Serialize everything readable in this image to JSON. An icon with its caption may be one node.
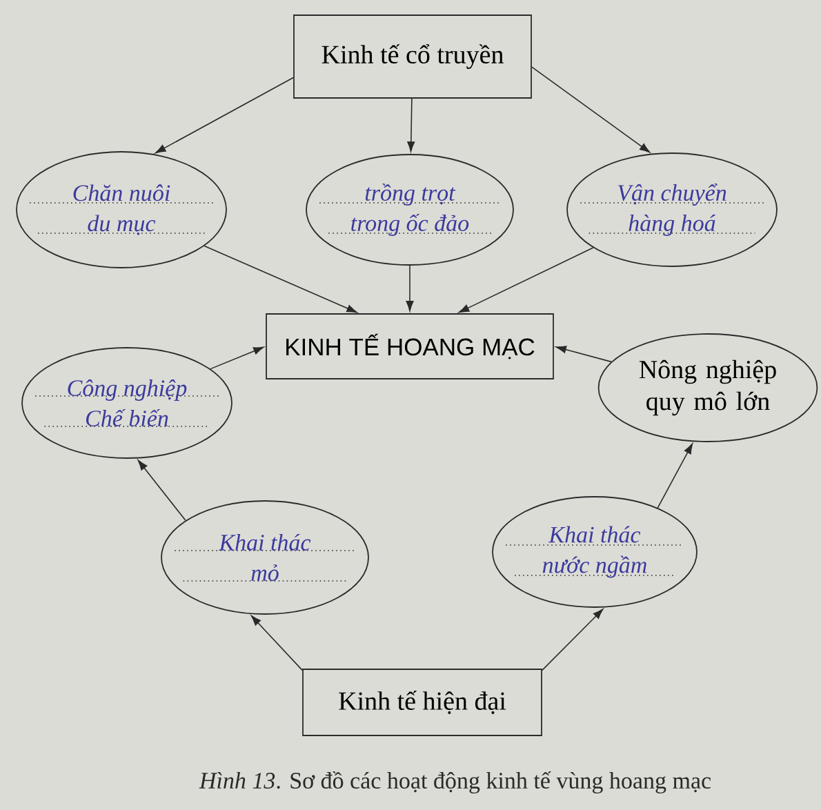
{
  "diagram": {
    "caption": "*Hình 13*. Sơ đồ các hoạt động kinh tế vùng hoang mạc",
    "nodes": [
      {
        "text": [
          "Kinh tế cổ truyền"
        ]
      },
      {
        "text": [
          "Chăn nuôi du mục"
        ]
      },
      {
        "text": [
          "trồng trọt trong ốc đảo"
        ]
      },
      {
        "text": [
          "Vận chuyển hàng hoá"
        ]
      },
      {
        "text": [
          "KINH TẾ HOANG MẠC"
        ]
      },
      {
        "text": [
          "Công nghiệp Chế biến"
        ]
      },
      {
        "text": [
          "Nông nghiệp quy mô lớn"
        ]
      },
      {
        "text": [
          "Khai thác mỏ"
        ]
      },
      {
        "text": [
          "Khai thác nước ngầm"
        ]
      },
      {
        "text": [
          "Kinh tế hiện đại"
        ]
      }
    ],
    "edges": [
      {
        "from": 0,
        "to": 1,
        "arrow": "to"
      },
      {
        "from": 0,
        "to": 2,
        "arrow": "to"
      },
      {
        "from": 0,
        "to": 3,
        "arrow": "to"
      },
      {
        "from": 1,
        "to": 4,
        "arrow": "to"
      },
      {
        "from": 2,
        "to": 4,
        "arrow": "to"
      },
      {
        "from": 3,
        "to": 4,
        "arrow": "to"
      },
      {
        "from": 5,
        "to": 4,
        "arrow": "to"
      },
      {
        "from": 6,
        "to": 4,
        "arrow": "to"
      },
      {
        "from": 7,
        "to": 5,
        "arrow": "to"
      },
      {
        "from": 8,
        "to": 6,
        "arrow": "to"
      },
      {
        "from": 9,
        "to": 7,
        "arrow": "to"
      },
      {
        "from": 9,
        "to": 8,
        "arrow": "to"
      }
    ]
  }
}
